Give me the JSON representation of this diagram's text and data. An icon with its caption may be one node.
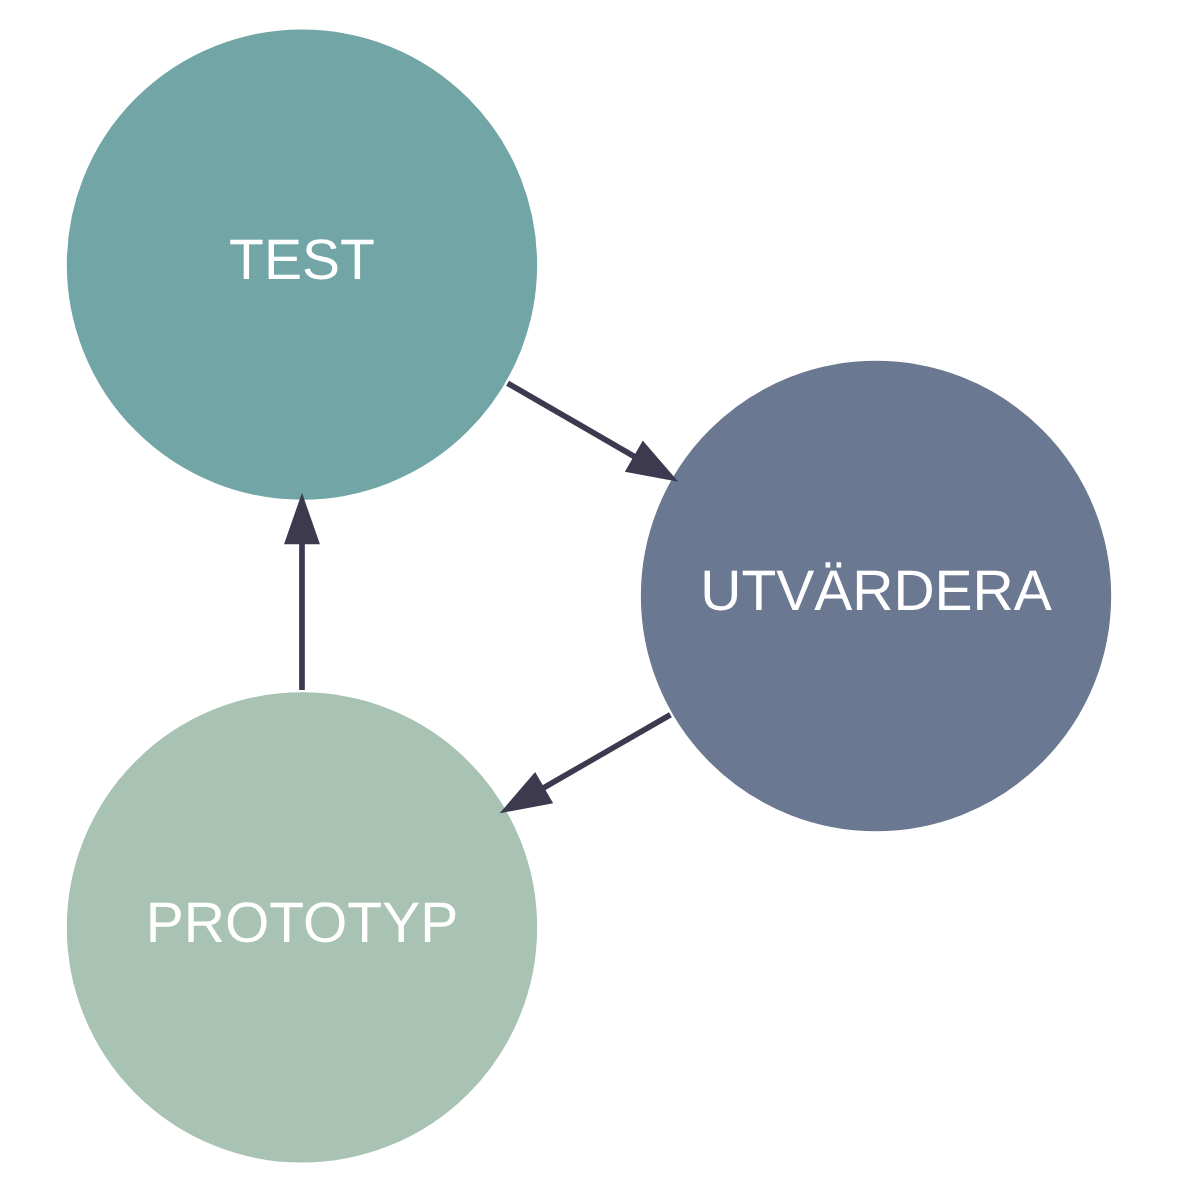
{
  "diagram": {
    "nodes": [
      {
        "text": [
          "PROTOTYP"
        ]
      },
      {
        "text": [
          "TEST"
        ]
      },
      {
        "text": [
          "UTVÄRDERA"
        ]
      }
    ],
    "edges": [
      {
        "from": 0,
        "to": 1,
        "arrow": "to"
      },
      {
        "from": 1,
        "to": 2,
        "arrow": "to"
      },
      {
        "from": 2,
        "to": 0,
        "arrow": "to"
      }
    ]
  }
}
